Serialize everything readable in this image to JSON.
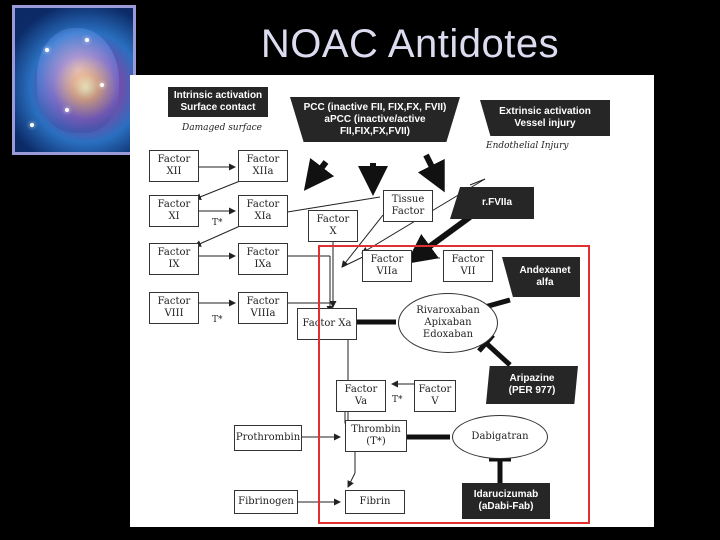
{
  "slide": {
    "title": "NOAC Antidotes"
  },
  "logo": {
    "icon": "brain-head-icon"
  },
  "diagram": {
    "intrinsic": [
      "Intrinsic activation",
      "Surface contact"
    ],
    "pcc": [
      "PCC (inactive FII, FIX,FX, FVII)",
      "aPCC (inactive/active",
      "FII,FIX,FX,FVII)"
    ],
    "extrinsic": [
      "Extrinsic activation",
      "Vessel injury"
    ],
    "damaged_surface": "Damaged surface",
    "endothelial_injury": "Endothelial Injury",
    "factors": {
      "f12": [
        "Factor",
        "XII"
      ],
      "f12a": [
        "Factor",
        "XIIa"
      ],
      "f11": [
        "Factor",
        "XI"
      ],
      "f11a": [
        "Factor",
        "XIa"
      ],
      "f9": [
        "Factor",
        "IX"
      ],
      "f9a": [
        "Factor",
        "IXa"
      ],
      "f8": [
        "Factor",
        "VIII"
      ],
      "f8a": [
        "Factor",
        "VIIIa"
      ],
      "fx": [
        "Factor",
        "X"
      ],
      "tissue": [
        "Tissue",
        "Factor"
      ],
      "f7a": [
        "Factor",
        "VIIa"
      ],
      "f7": [
        "Factor",
        "VII"
      ],
      "fxa": "Factor Xa",
      "fva": [
        "Factor",
        "Va"
      ],
      "fv": [
        "Factor",
        "V"
      ],
      "prothrombin": "Prothrombin",
      "thrombin": [
        "Thrombin",
        "(T*)"
      ],
      "fibrinogen": "Fibrinogen",
      "fibrin": "Fibrin"
    },
    "t_star": "T*",
    "rfviia": "r.FVIIa",
    "andexanet": [
      "Andexanet",
      "alfa"
    ],
    "aripazine": [
      "Aripazine",
      "(PER 977)"
    ],
    "idarucizumab": [
      "Idarucizumab",
      "(aDabi-Fab)"
    ],
    "xa_inhibitors": [
      "Rivaroxaban",
      "Apixaban",
      "Edoxaban"
    ],
    "dabigatran": "Dabigatran"
  },
  "colors": {
    "background": "#000000",
    "title": "#dcdcf0",
    "highlight": "#e03030"
  }
}
